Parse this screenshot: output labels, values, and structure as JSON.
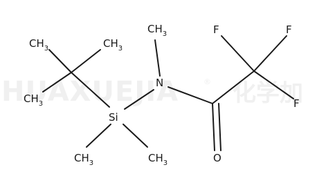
{
  "watermark": {
    "latin": "HUAXUEJIA",
    "registered": "®",
    "chinese": "化学加"
  },
  "atoms": {
    "ch3_top_left": {
      "main": "CH",
      "sub": "3"
    },
    "ch3_top_mid": {
      "main": "CH",
      "sub": "3"
    },
    "ch3_left": {
      "main": "CH",
      "sub": "3"
    },
    "silicon": {
      "main": "Si",
      "sub": ""
    },
    "ch3_si_left": {
      "main": "CH",
      "sub": "3"
    },
    "ch3_si_right": {
      "main": "CH",
      "sub": "3"
    },
    "ch3_n": {
      "main": "CH",
      "sub": "3"
    },
    "nitrogen": {
      "main": "N",
      "sub": ""
    },
    "oxygen": {
      "main": "O",
      "sub": ""
    },
    "fluorine_1": {
      "main": "F",
      "sub": ""
    },
    "fluorine_2": {
      "main": "F",
      "sub": ""
    },
    "fluorine_3": {
      "main": "F",
      "sub": ""
    }
  },
  "colors": {
    "bond": "#1a1a1a",
    "text": "#1a1a1a",
    "watermark": "#f0f0f0"
  }
}
